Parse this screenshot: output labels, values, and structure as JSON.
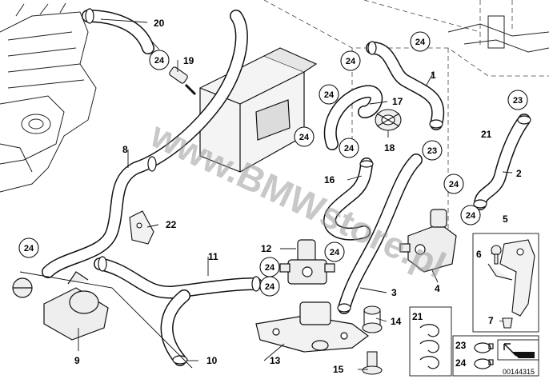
{
  "diagram": {
    "part_labels": [
      "20",
      "19",
      "8",
      "22",
      "9",
      "10",
      "11",
      "12",
      "13",
      "14",
      "15",
      "16",
      "17",
      "18",
      "1",
      "2",
      "3",
      "4",
      "5",
      "6",
      "7",
      "21"
    ],
    "callout_labels": [
      "24",
      "23"
    ],
    "legend": {
      "items": [
        "21",
        "23",
        "24"
      ]
    },
    "watermark": "www.BMWstore.pl",
    "document_id": "00144315"
  }
}
